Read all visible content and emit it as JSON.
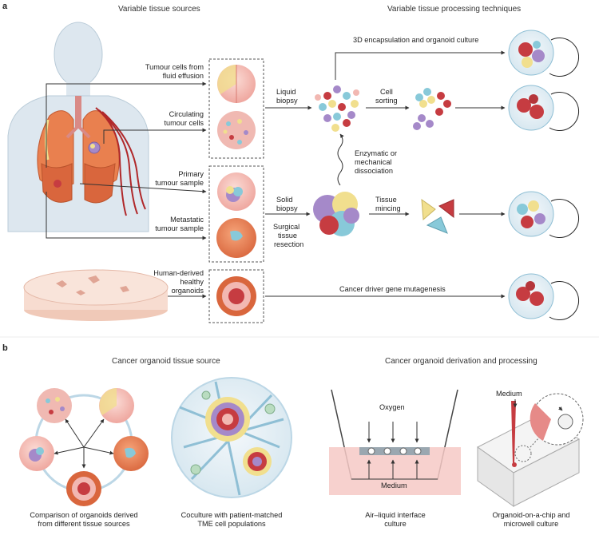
{
  "panel_a": {
    "letter": "a",
    "heading_left": "Variable tissue sources",
    "heading_right": "Variable tissue processing techniques",
    "sources": {
      "effusion_1": "Tumour cells from",
      "effusion_2": "fluid effusion",
      "circ_1": "Circulating",
      "circ_2": "tumour cells",
      "primary_1": "Primary",
      "primary_2": "tumour sample",
      "meta_1": "Metastatic",
      "meta_2": "tumour sample",
      "healthy_1": "Human-derived",
      "healthy_2": "healthy",
      "healthy_3": "organoids"
    },
    "processing": {
      "encapsulation": "3D encapsulation and organoid culture",
      "liquid_1": "Liquid",
      "liquid_2": "biopsy",
      "sorting_1": "Cell",
      "sorting_2": "sorting",
      "enzymatic_1": "Enzymatic or",
      "enzymatic_2": "mechanical",
      "enzymatic_3": "dissociation",
      "solid_1": "Solid",
      "solid_2": "biopsy",
      "surgical_1": "Surgical",
      "surgical_2": "tissue",
      "surgical_3": "resection",
      "mincing_1": "Tissue",
      "mincing_2": "mincing",
      "mutagenesis": "Cancer driver gene mutagenesis"
    }
  },
  "panel_b": {
    "letter": "b",
    "heading_left": "Cancer organoid tissue source",
    "heading_right": "Cancer organoid derivation and processing",
    "oxygen": "Oxygen",
    "medium_well": "Medium",
    "medium_chip": "Medium",
    "captions": {
      "comparison_1": "Comparison of organoids derived",
      "comparison_2": "from different tissue sources",
      "coculture_1": "Coculture with patient-matched",
      "coculture_2": "TME cell populations",
      "ali_1": "Air–liquid interface",
      "ali_2": "culture",
      "chip_1": "Organoid-on-a-chip and",
      "chip_2": "microwell culture"
    }
  },
  "colors": {
    "lung": "#e9804f",
    "body": "#dde7ef",
    "vessel": "#b0282a",
    "tissue_pink": "#f2b8b2",
    "tumour_red": "#c63c41",
    "tumour_purple": "#a589c9",
    "tumour_yellow": "#f1df8e",
    "tumour_blue": "#88c9d9",
    "ecm_blue": "#8fbfd5"
  }
}
